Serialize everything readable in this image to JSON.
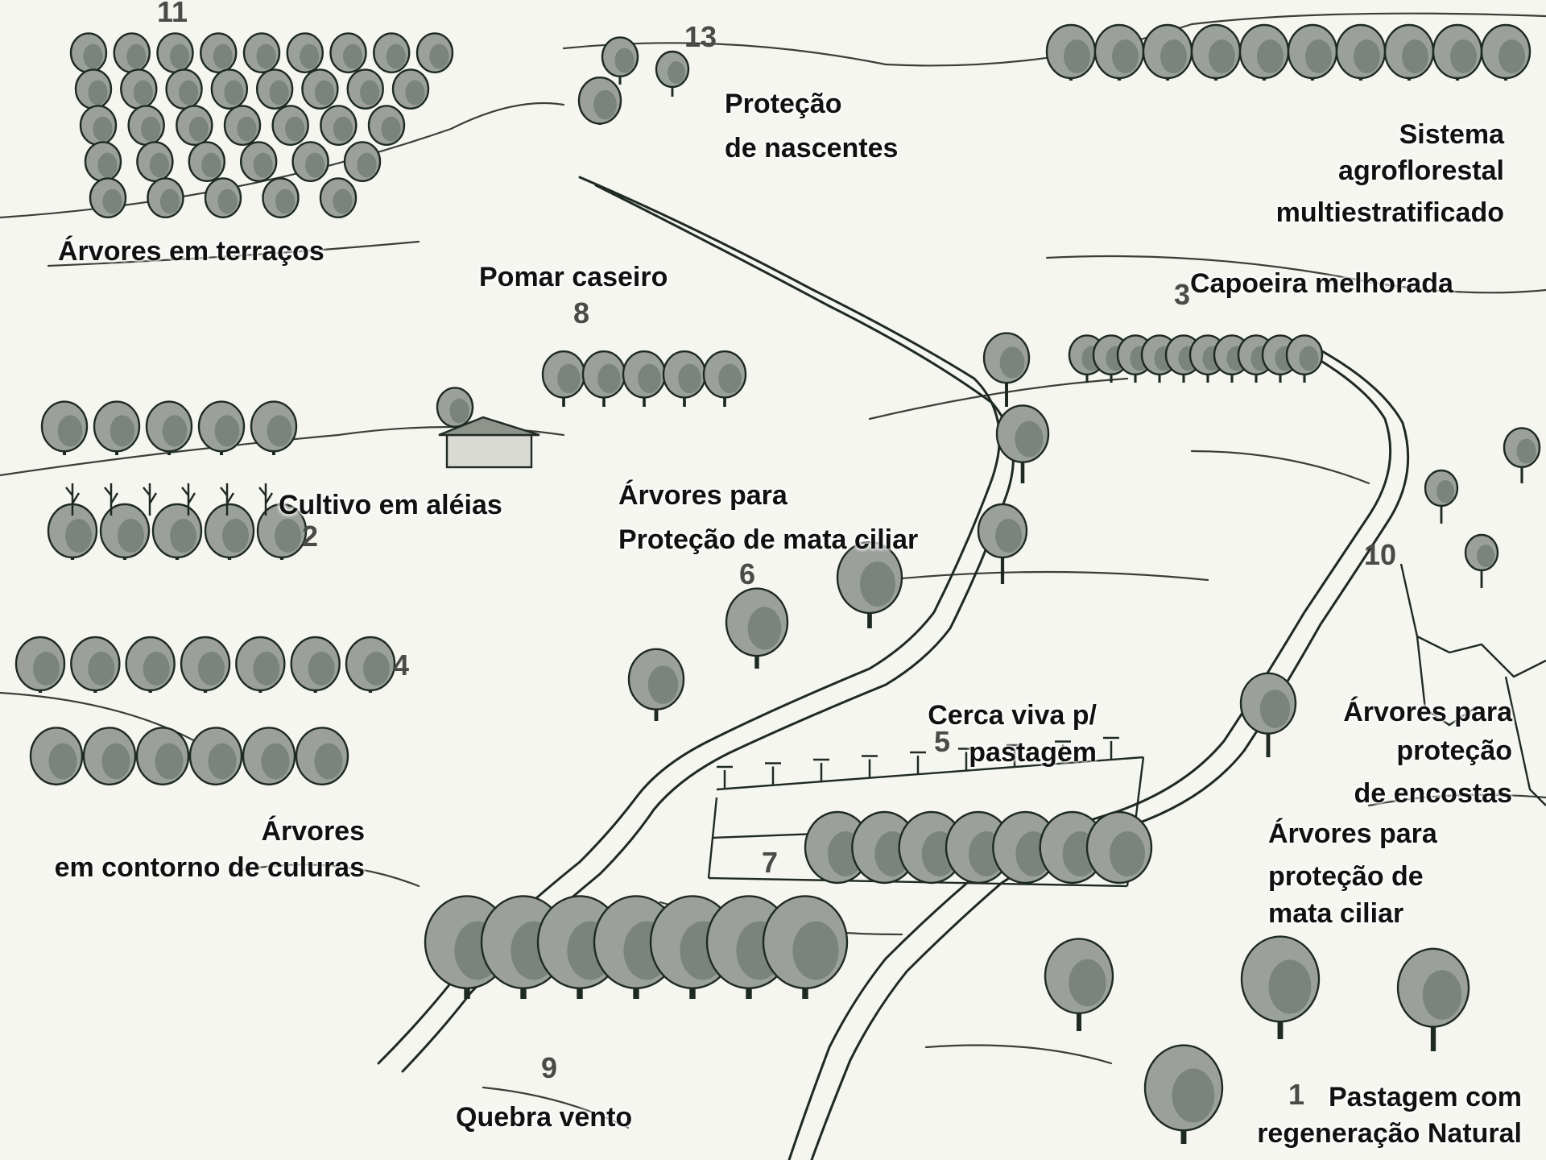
{
  "labels": {
    "terraces": "Árvores em terraços",
    "springs_1": "Proteção",
    "springs_2": "de nascentes",
    "saf_1": "Sistema",
    "saf_2": "agroflorestal",
    "saf_3": "multiestratificado",
    "orchard": "Pomar caseiro",
    "capoeira": "Capoeira melhorada",
    "alley": "Cultivo em aléias",
    "riparian_1": "Árvores para",
    "riparian_2": "Proteção de mata ciliar",
    "contour_1": "Árvores",
    "contour_2": "em contorno de culuras",
    "fence_1": "Cerca viva p/",
    "fence_2": "pastagem",
    "slopes_1": "Árvores para",
    "slopes_2": "proteção",
    "slopes_3": "de encostas",
    "riparian2_1": "Árvores para",
    "riparian2_2": "proteção de",
    "riparian2_3": "mata ciliar",
    "windbreak": "Quebra vento",
    "pasture_1": "Pastagem com",
    "pasture_2": "regeneração Natural"
  },
  "numbers": {
    "n1": "1",
    "n2": "2",
    "n3": "3",
    "n4": "4",
    "n5": "5",
    "n6": "6",
    "n7": "7",
    "n8": "8",
    "n9": "9",
    "n10": "10",
    "n11": "11",
    "n13": "13"
  },
  "colors": {
    "paper": "#f6f6f1",
    "ink": "#1d2a22",
    "canopy": "#9ba09a",
    "label": "#111111"
  }
}
